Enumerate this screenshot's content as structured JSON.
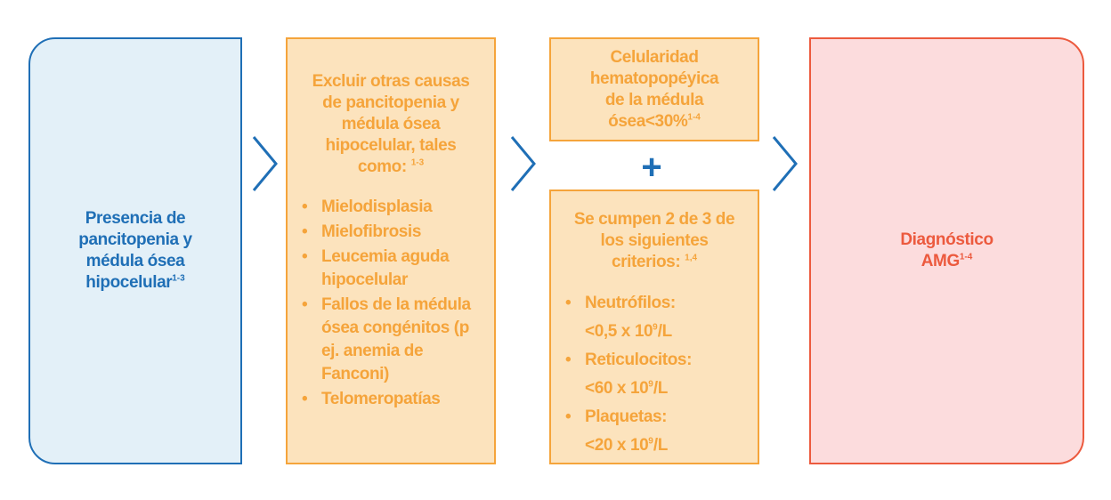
{
  "left_box": {
    "text": "Presencia de pancitopenia y médula ósea hipocelular",
    "ref": "1-3"
  },
  "exclusion_box": {
    "heading": "Excluir otras causas de pancitopenia y médula ósea hipocelular, tales como:",
    "heading_ref": "1-3",
    "items": [
      "Mielodisplasia",
      "Mielofibrosis",
      "Leucemia aguda hipocelular",
      "Fallos de la médula ósea congénitos (p ej. anemia de Fanconi)",
      "Telomeropatías"
    ]
  },
  "cellularity_box": {
    "text": "Celularidad hematopopéyica de la médula ósea<30%",
    "ref": "1-4"
  },
  "plus_symbol": "+",
  "criteria_box": {
    "heading": "Se cumpen 2 de 3 de los siguientes criterios:",
    "heading_ref": "1,4",
    "items": [
      {
        "label": "Neutrófilos:",
        "value_prefix": "<0,5 x 10",
        "exponent": "9",
        "unit": "/L"
      },
      {
        "label": "Reticulocitos:",
        "value_prefix": "<60 x 10",
        "exponent": "9",
        "unit": "/L"
      },
      {
        "label": "Plaquetas:",
        "value_prefix": "<20 x 10",
        "exponent": "9",
        "unit": "/L"
      }
    ]
  },
  "result_box": {
    "line1": "Diagnóstico",
    "line2": "AMG",
    "ref": "1-4"
  },
  "colors": {
    "blue": "#1f6fb6",
    "blue_fill": "#e3f0f8",
    "orange": "#f5a43b",
    "orange_fill": "#fce3bd",
    "red": "#ec5a3e",
    "red_fill": "#fcdcdd"
  }
}
